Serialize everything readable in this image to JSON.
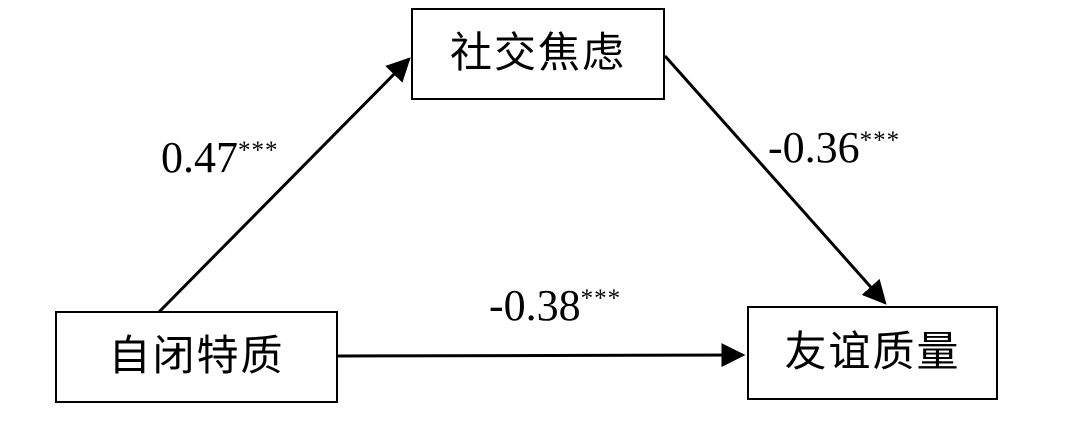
{
  "diagram": {
    "nodes": {
      "predictor": {
        "label": "自闭特质"
      },
      "mediator": {
        "label": "社交焦虑"
      },
      "outcome": {
        "label": "友谊质量"
      }
    },
    "paths": [
      {
        "from": "predictor",
        "to": "mediator",
        "coefficient": "0.47",
        "significance": "***"
      },
      {
        "from": "mediator",
        "to": "outcome",
        "coefficient": "-0.36",
        "significance": "***"
      },
      {
        "from": "predictor",
        "to": "outcome",
        "coefficient": "-0.38",
        "significance": "***"
      }
    ],
    "colors": {
      "line": "#000000",
      "text": "#000000",
      "background": "#ffffff"
    }
  }
}
